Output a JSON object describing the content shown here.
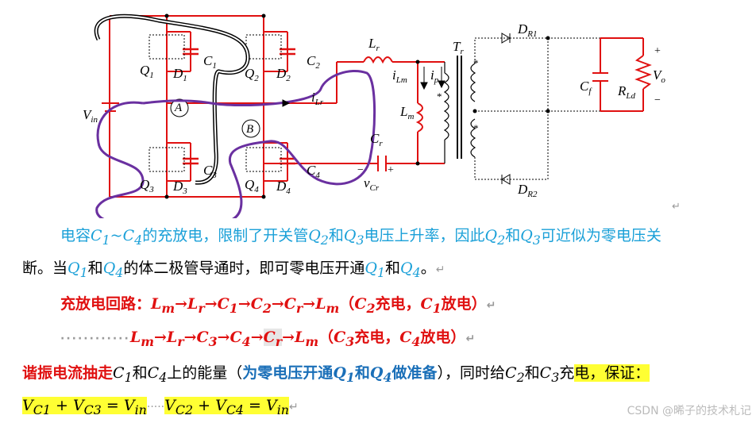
{
  "figure": {
    "labels": {
      "Vin": "V",
      "Vin_sub": "in",
      "Q1": "Q",
      "Q1_sub": "1",
      "D1": "D",
      "D1_sub": "1",
      "C1": "C",
      "C1_sub": "1",
      "Q2": "Q",
      "Q2_sub": "2",
      "D2": "D",
      "D2_sub": "2",
      "C2": "C",
      "C2_sub": "2",
      "Q3": "Q",
      "Q3_sub": "3",
      "D3": "D",
      "D3_sub": "3",
      "C3": "C",
      "C3_sub": "3",
      "Q4": "Q",
      "Q4_sub": "4",
      "D4": "D",
      "D4_sub": "4",
      "C4": "C",
      "C4_sub": "4",
      "A": "A",
      "B": "B",
      "Lr": "L",
      "Lr_sub": "r",
      "iLr": "i",
      "iLr_sub": "Lr",
      "iLm": "i",
      "iLm_sub": "Lm",
      "ip": "i",
      "ip_sub": "p",
      "Lm": "L",
      "Lm_sub": "m",
      "Cr": "C",
      "Cr_sub": "r",
      "vCr": "v",
      "vCr_sub": "Cr",
      "Tr": "T",
      "Tr_sub": "r",
      "DR1": "D",
      "DR1_sub": "R1",
      "DR2": "D",
      "DR2_sub": "R2",
      "Cf": "C",
      "Cf_sub": "f",
      "RLd": "R",
      "RLd_sub": "Ld",
      "Vo": "V",
      "Vo_sub": "o",
      "plus": "+",
      "minus": "−",
      "dot": "*",
      "return_mark": "↵"
    }
  },
  "paragraph1": {
    "t1": "电容",
    "c1": "C",
    "c1s": "1",
    "tilde": "~",
    "c4": "C",
    "c4s": "4",
    "t2": "的充放电，限制了开关管",
    "q2": "Q",
    "q2s": "2",
    "t3": "和",
    "q3": "Q",
    "q3s": "3",
    "t4": "电压上升率，因此",
    "q2b": "Q",
    "q2bs": "2",
    "t5": "和",
    "q3b": "Q",
    "q3bs": "3",
    "t6": "可近似为零电压关"
  },
  "paragraph2": {
    "t1": "断。当",
    "q1": "Q",
    "q1s": "1",
    "t2": "和",
    "q4": "Q",
    "q4s": "4",
    "t3": "的体二极管导通时，即可零电压开通",
    "q1b": "Q",
    "q1bs": "1",
    "t4": "和",
    "q4b": "Q",
    "q4bs": "4",
    "t5": "。"
  },
  "loop1": {
    "label": "充放电回路：",
    "seq": [
      "L",
      "m",
      "→",
      "L",
      "r",
      "→",
      "C",
      "1",
      "→",
      "C",
      "2",
      "→",
      "C",
      "r",
      "→",
      "L",
      "m"
    ],
    "note_open": "（",
    "note_c": "C",
    "note_cs": "2",
    "note_charge": "充电，",
    "note_c2": "C",
    "note_c2s": "1",
    "note_discharge": "放电）"
  },
  "loop2": {
    "dots": "············",
    "note_c": "C",
    "note_cs": "3",
    "note_charge": "充电，",
    "note_c2": "C",
    "note_c2s": "4",
    "note_discharge": "放电）",
    "s": [
      "L",
      "m",
      "→",
      "L",
      "r",
      "→",
      "C",
      "3",
      "→",
      "C",
      "4",
      "→",
      "C",
      "r",
      "→",
      "L",
      "m"
    ]
  },
  "paragraph3": {
    "t1": "谐振电流抽走",
    "c1": "C",
    "c1s": "1",
    "t2": "和",
    "c4": "C",
    "c4s": "4",
    "t3": "上的能量（",
    "t4": "为零电压开通",
    "q1": "Q",
    "q1s": "1",
    "t5": "和",
    "q4": "Q",
    "q4s": "4",
    "t6": "做准备",
    "t7": "），同时给",
    "c2": "C",
    "c2s": "2",
    "t8": "和",
    "c3": "C",
    "c3s": "3",
    "t9": "充",
    "t10": "电，保证："
  },
  "equations": {
    "eq1": [
      "V",
      "C1",
      "+",
      "V",
      "C3",
      "=",
      "V",
      "in"
    ],
    "dots": "·····",
    "eq2": [
      "V",
      "C2",
      "+",
      "V",
      "C4",
      "=",
      "V",
      "in"
    ]
  },
  "watermark": "CSDN @晞子的技术札记"
}
